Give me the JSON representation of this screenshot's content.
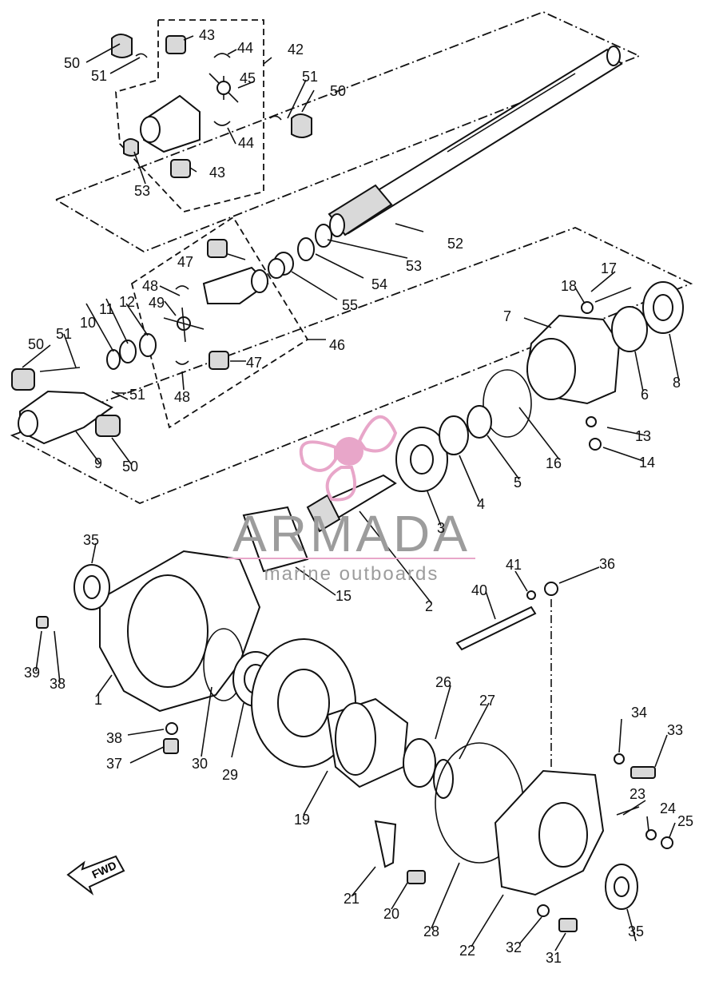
{
  "watermark": {
    "brand": "ARMADA",
    "tagline": "marine outboards",
    "accent": "#e8a6c9",
    "text_color": "#9c9c9c"
  },
  "direction_marker": "FWD",
  "callouts": {
    "c1": "1",
    "c2": "2",
    "c3": "3",
    "c4": "4",
    "c5": "5",
    "c6": "6",
    "c7": "7",
    "c8": "8",
    "c9": "9",
    "c10": "10",
    "c11": "11",
    "c12": "12",
    "c13": "13",
    "c14": "14",
    "c15": "15",
    "c16": "16",
    "c17": "17",
    "c18": "18",
    "c19": "19",
    "c20": "20",
    "c21": "21",
    "c22": "22",
    "c23": "23",
    "c24": "24",
    "c25": "25",
    "c26": "26",
    "c27": "27",
    "c28": "28",
    "c29": "29",
    "c30": "30",
    "c31": "31",
    "c32": "32",
    "c33": "33",
    "c34": "34",
    "c35a": "35",
    "c35b": "35",
    "c36": "36",
    "c37": "37",
    "c38a": "38",
    "c38b": "38",
    "c39": "39",
    "c40": "40",
    "c41": "41",
    "c42": "42",
    "c43a": "43",
    "c43b": "43",
    "c44a": "44",
    "c44b": "44",
    "c45": "45",
    "c46": "46",
    "c47a": "47",
    "c47b": "47",
    "c48a": "48",
    "c48b": "48",
    "c49": "49",
    "c50a": "50",
    "c50b": "50",
    "c50c": "50",
    "c50d": "50",
    "c51a": "51",
    "c51b": "51",
    "c51c": "51",
    "c51d": "51",
    "c52": "52",
    "c53a": "53",
    "c53b": "53",
    "c54": "54",
    "c55": "55"
  }
}
